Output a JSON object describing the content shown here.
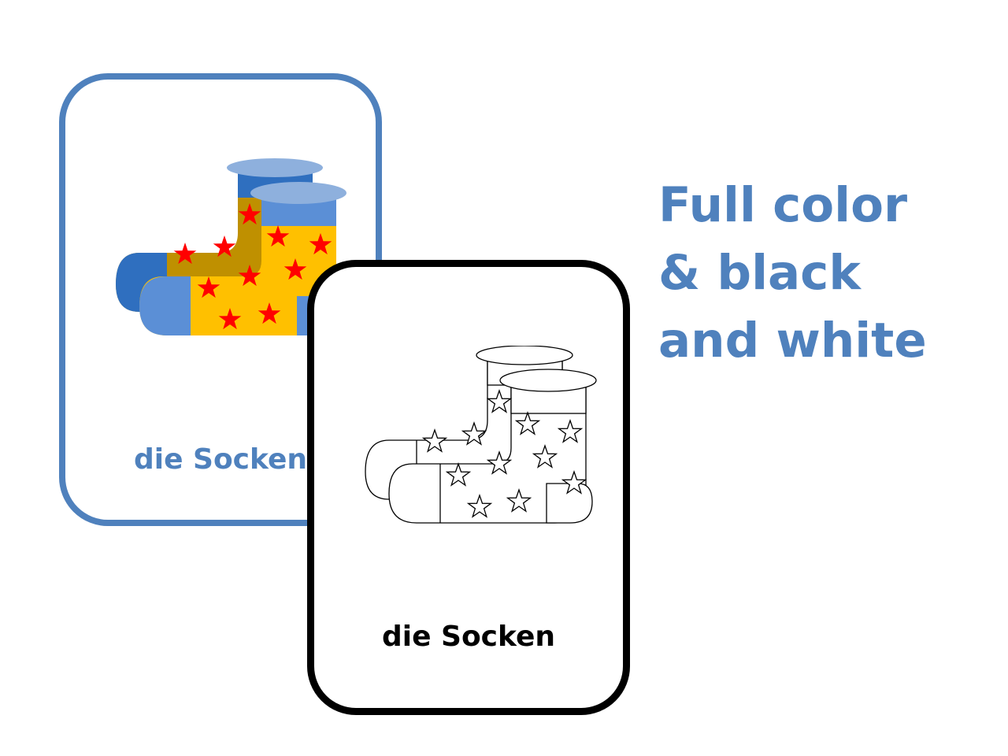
{
  "card_color": {
    "label": "die Socken",
    "colors": {
      "border": "#4f81bd",
      "cuff_top": "#8eb0dd",
      "cuff_side": "#2f6fbf",
      "sock_body": "#ffc000",
      "sock_body_shade": "#bf9000",
      "toe_heel": "#5b8fd6",
      "stars": "#ff0000"
    },
    "icon": "socks-color-illustration"
  },
  "card_bw": {
    "label": "die Socken",
    "colors": {
      "border": "#000000",
      "outline": "#000000"
    },
    "icon": "socks-outline-illustration"
  },
  "headline": {
    "lines": [
      "Full color",
      "& black",
      "and white"
    ],
    "color": "#4f81bd"
  }
}
